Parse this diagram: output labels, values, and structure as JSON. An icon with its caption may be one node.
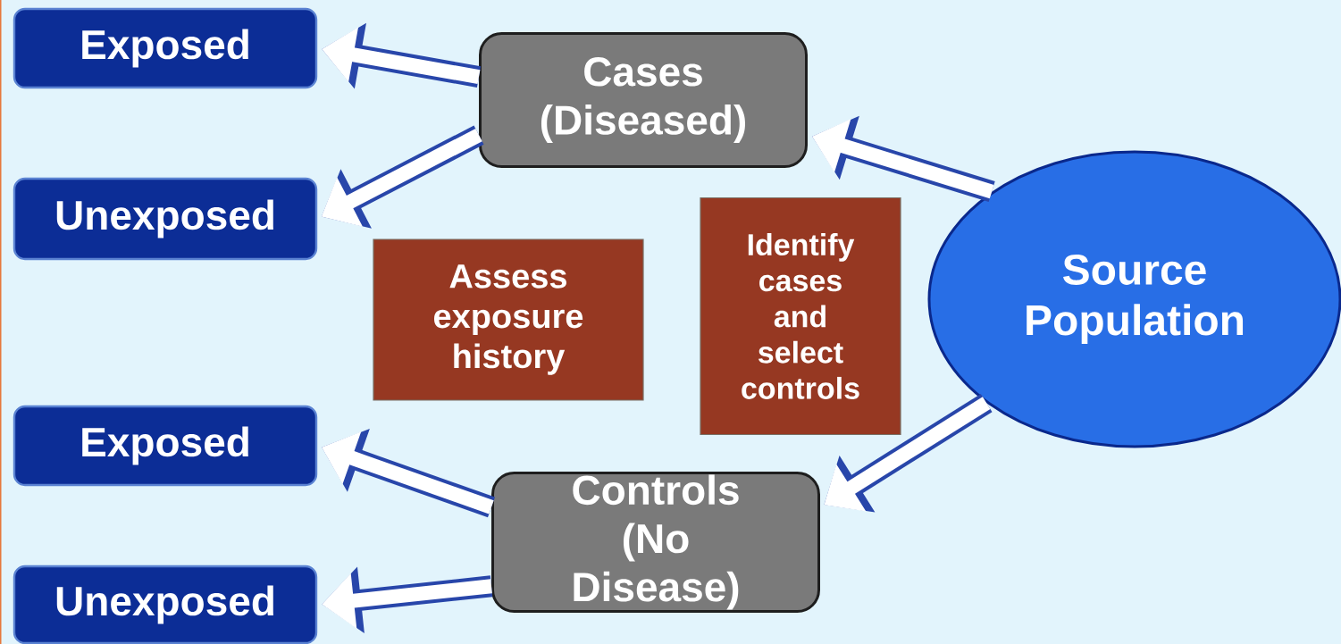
{
  "diagram": {
    "nodes": [
      {
        "text": [
          "Exposed"
        ]
      },
      {
        "text": [
          "Cases (Diseased)"
        ]
      },
      {
        "text": [
          "Unexposed"
        ]
      },
      {
        "text": [
          "Assess exposure history"
        ]
      },
      {
        "text": [
          "Identify cases and select controls"
        ]
      },
      {
        "text": [
          "Source Population"
        ]
      },
      {
        "text": [
          "Exposed"
        ]
      },
      {
        "text": [
          "Controls (No Disease)"
        ]
      },
      {
        "text": [
          "Unexposed"
        ]
      }
    ],
    "edges": [
      {
        "from": 5,
        "to": 1,
        "arrow": "to"
      },
      {
        "from": 1,
        "to": 0,
        "arrow": "to"
      },
      {
        "from": 1,
        "to": 2,
        "arrow": "to"
      },
      {
        "from": 5,
        "to": 7,
        "arrow": "to"
      },
      {
        "from": 7,
        "to": 6,
        "arrow": "to"
      },
      {
        "from": 7,
        "to": 8,
        "arrow": "to"
      }
    ]
  }
}
